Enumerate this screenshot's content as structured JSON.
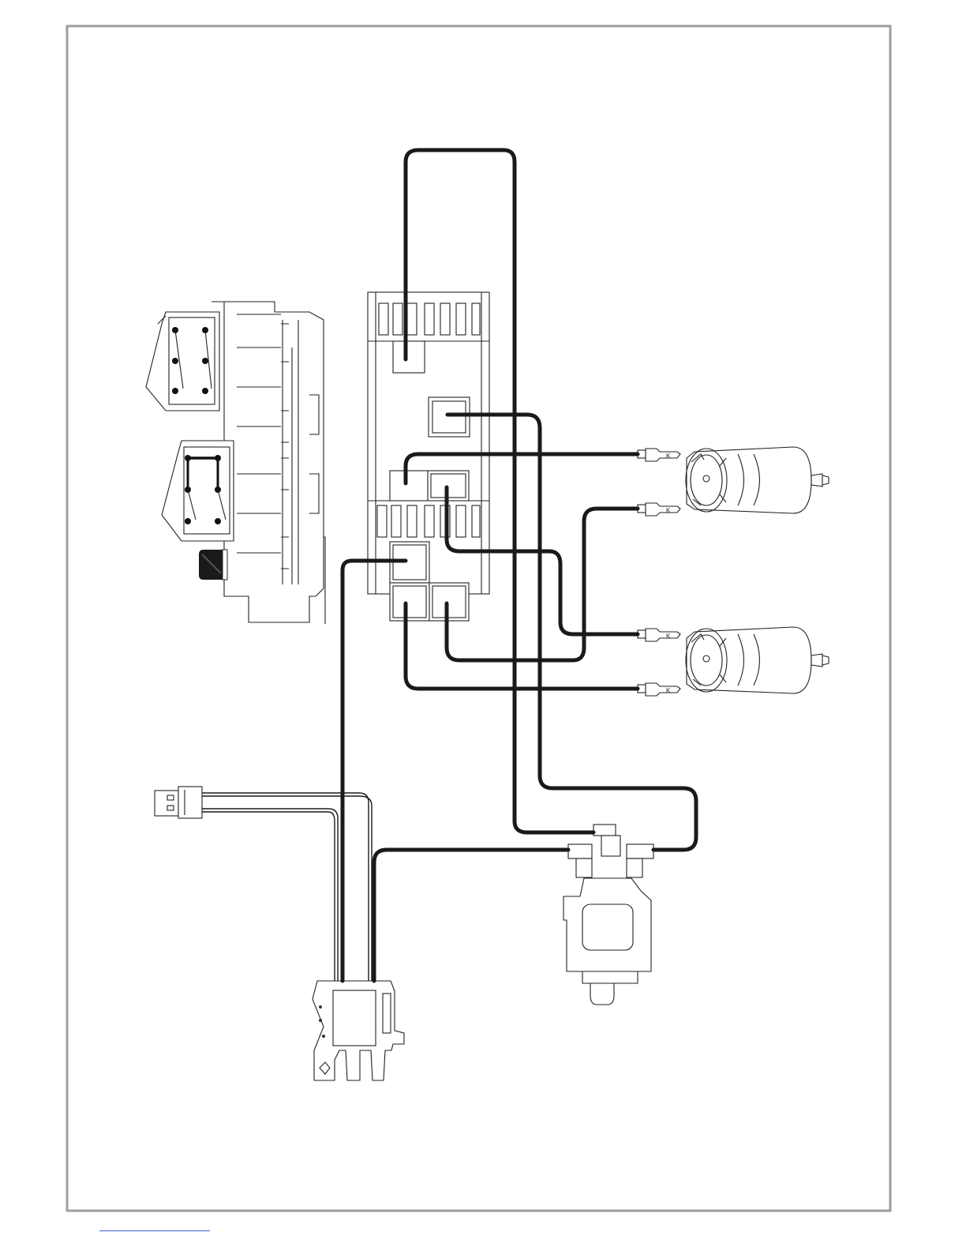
{
  "diagram": {
    "type": "wiring-diagram",
    "components": [
      "dual-rocker-switch-assembly",
      "control-box",
      "motor-upper",
      "motor-lower",
      "charging-port",
      "foot-pedal-switch",
      "battery-connector"
    ],
    "colors": {
      "frame": "#9e9e9e",
      "wire": "#1a1a1a",
      "line": "#222222",
      "link": "#3b5bd6"
    }
  }
}
